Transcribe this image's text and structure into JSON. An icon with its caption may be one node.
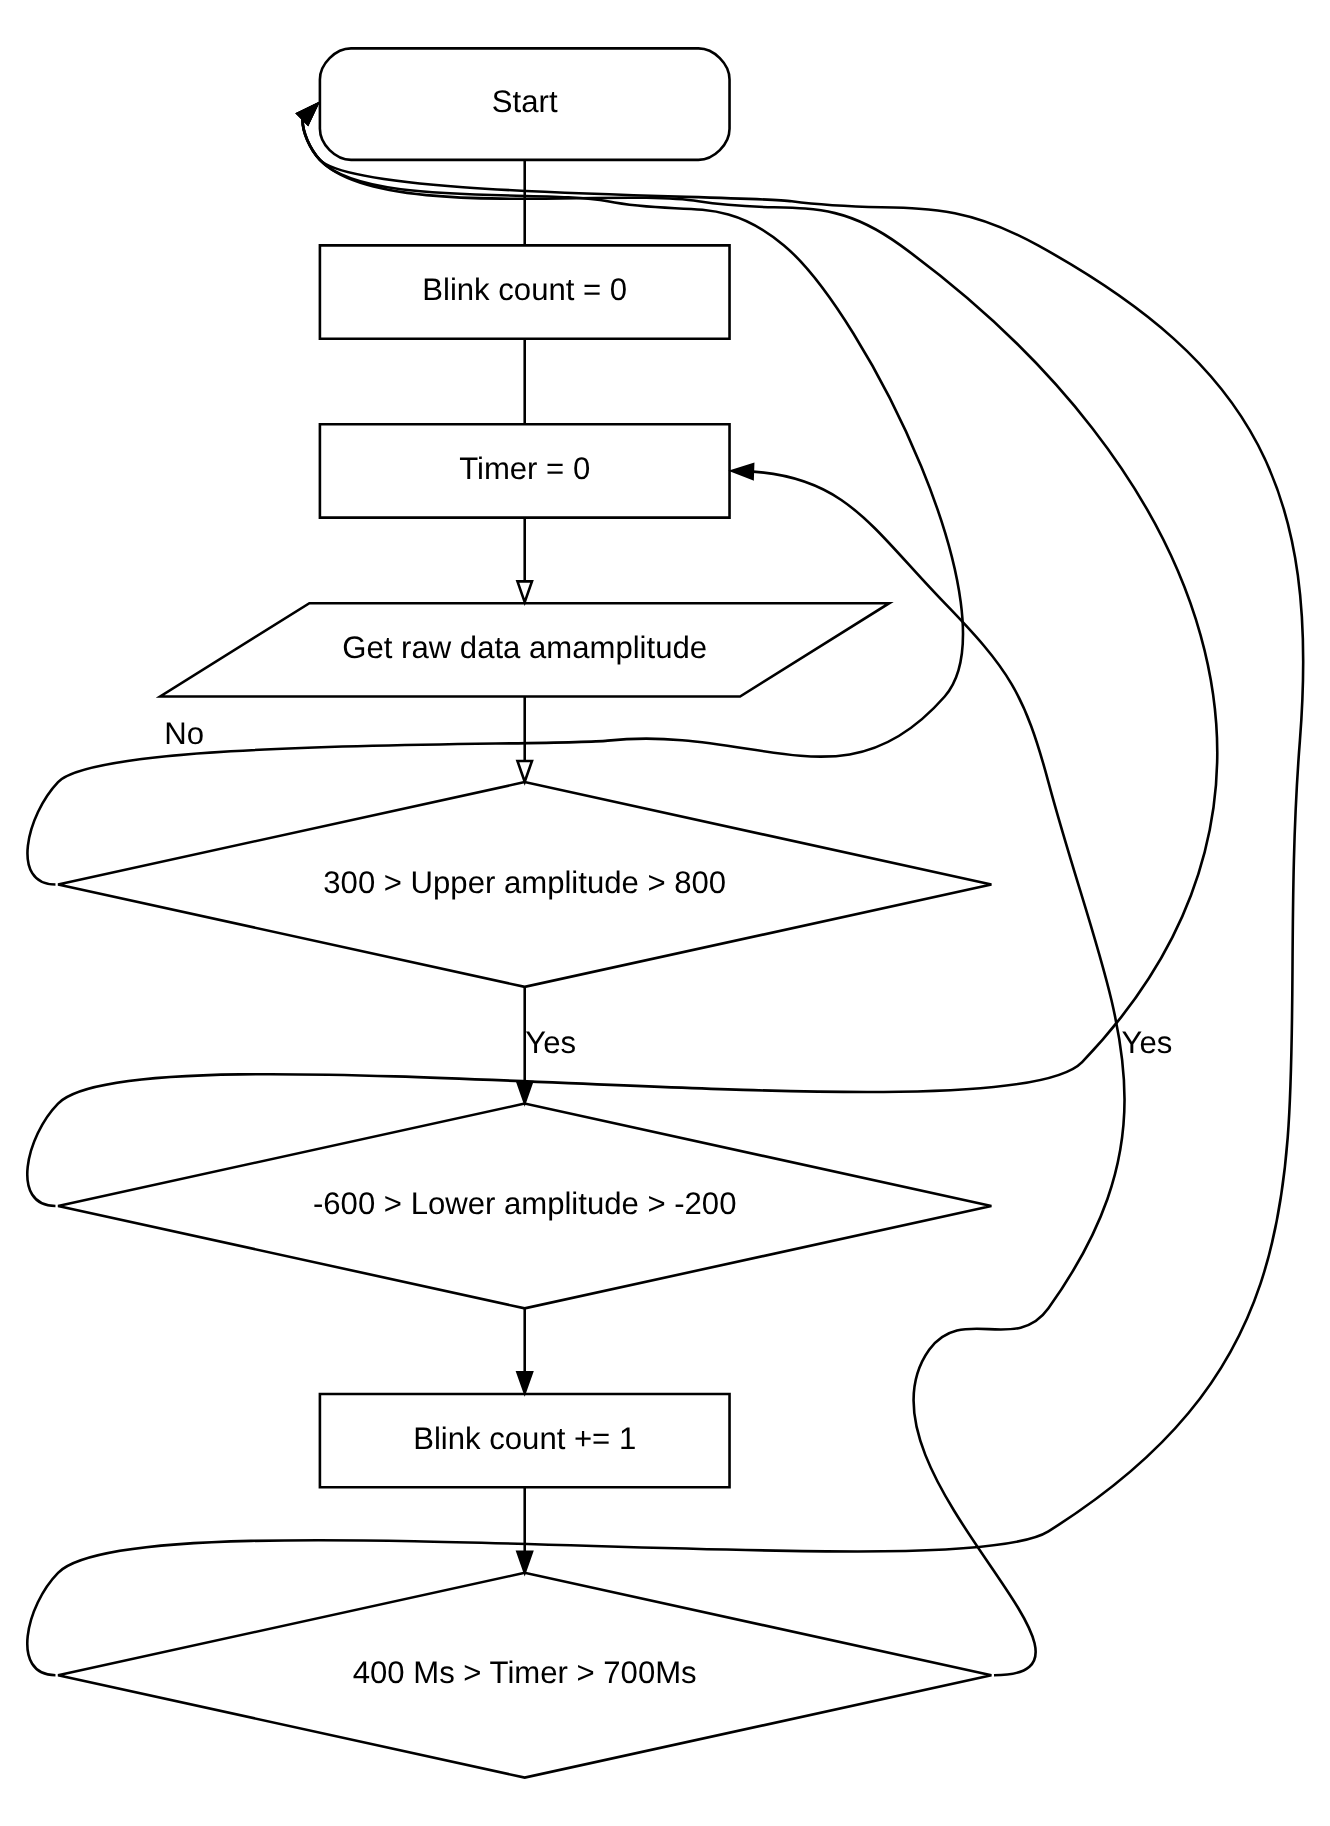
{
  "diagram": {
    "nodes": [
      {
        "text": [
          "Start"
        ]
      },
      {
        "text": [
          "Blink count = 0"
        ]
      },
      {
        "text": [
          "Timer = 0"
        ]
      },
      {
        "text": [
          "Get raw data amamplitude"
        ]
      },
      {
        "text": [
          "300 > Upper amplitude > 800"
        ]
      },
      {
        "text": [
          "-600 > Lower amplitude > -200"
        ]
      },
      {
        "text": [
          "Blink count += 1"
        ]
      },
      {
        "text": [
          "400 Ms > Timer > 700Ms"
        ]
      }
    ],
    "edges": [
      {
        "from": 0,
        "to": 1,
        "arrow": "none"
      },
      {
        "from": 1,
        "to": 2,
        "arrow": "none"
      },
      {
        "from": 2,
        "to": 3,
        "arrow": "to"
      },
      {
        "from": 3,
        "to": 4,
        "arrow": "to"
      },
      {
        "from": 4,
        "to": 5,
        "arrow": "to",
        "label": "Yes"
      },
      {
        "from": 5,
        "to": 6,
        "arrow": "to"
      },
      {
        "from": 6,
        "to": 7,
        "arrow": "to"
      },
      {
        "from": 7,
        "to": 2,
        "arrow": "to",
        "label": "Yes"
      },
      {
        "from": 4,
        "to": 0,
        "arrow": "to",
        "label": "No"
      },
      {
        "from": 5,
        "to": 0,
        "arrow": "to"
      },
      {
        "from": 7,
        "to": 0,
        "arrow": "to"
      }
    ]
  }
}
